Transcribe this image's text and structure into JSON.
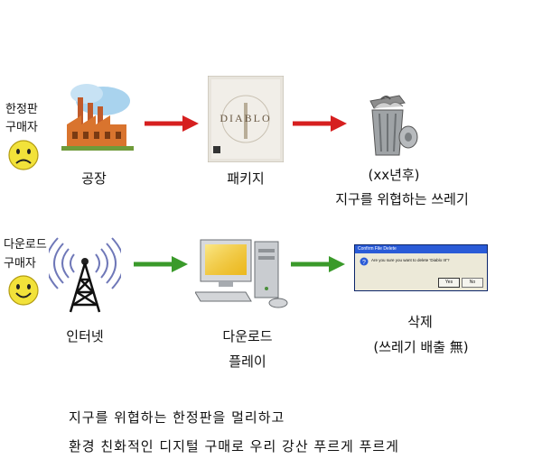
{
  "row1": {
    "side_label_line1": "한정판",
    "side_label_line2": "구매자",
    "factory_caption": "공장",
    "package_caption": "패키지",
    "package_logo": "DIABLO",
    "trash_caption_line1": "(xx년후)",
    "trash_caption_line2": "지구를 위협하는 쓰레기",
    "arrow_color": "#d61f1f"
  },
  "row2": {
    "side_label_line1": "다운로드",
    "side_label_line2": "구매자",
    "internet_caption": "인터넷",
    "pc_caption_line1": "다운로드",
    "pc_caption_line2": "플레이",
    "delete_caption_line1": "삭제",
    "delete_caption_line2": "(쓰레기 배출 無)",
    "arrow_color": "#3a9a2a",
    "dialog": {
      "title": "Confirm File Delete",
      "message": "Are you sure you want to delete 'Diablo III'?",
      "yes_label": "Yes",
      "no_label": "No"
    }
  },
  "footer": {
    "line1": "지구를 위협하는 한정판을 멀리하고",
    "line2": "환경 친화적인 디지털 구매로 우리 강산 푸르게 푸르게"
  }
}
